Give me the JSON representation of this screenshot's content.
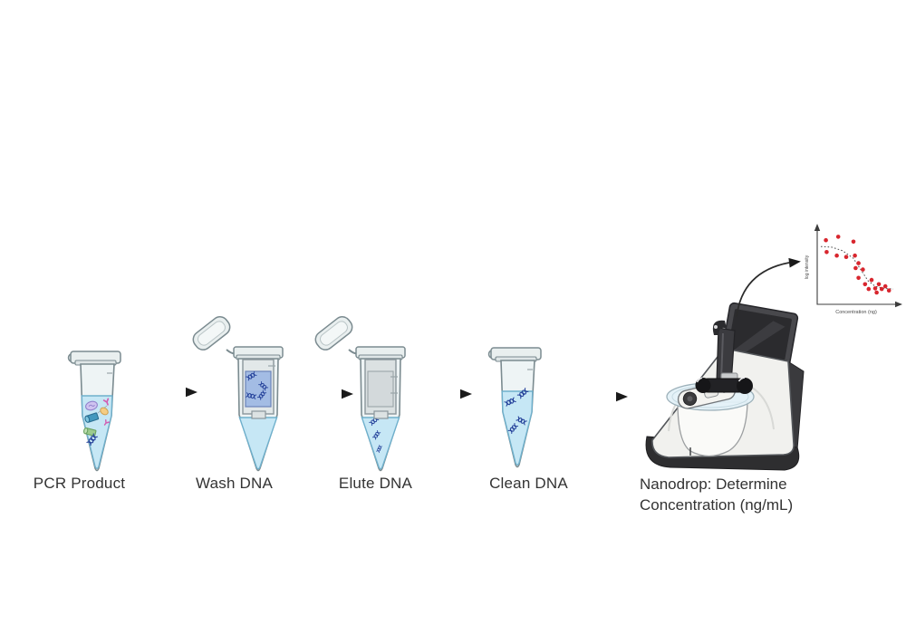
{
  "workflow": {
    "steps": [
      {
        "label": "PCR Product",
        "icon": "microcentrifuge-tube-closed-mixed-sample-icon"
      },
      {
        "label": "Wash DNA",
        "icon": "microcentrifuge-tube-open-spin-column-dna-icon"
      },
      {
        "label": "Elute DNA",
        "icon": "microcentrifuge-tube-open-spin-column-elution-icon"
      },
      {
        "label": "Clean DNA",
        "icon": "microcentrifuge-tube-closed-dna-icon"
      },
      {
        "label": "Nanodrop: Determine\nConcentration (ng/mL)",
        "icon": "nanodrop-spectrophotometer-icon"
      }
    ],
    "connector_icon": "arrow-right-icon",
    "connector_count": 4,
    "output_connector_icon": "curved-arrow-icon"
  },
  "chart_data": {
    "type": "scatter",
    "title": "",
    "xlabel": "Concentration (ng)",
    "ylabel": "log intensity",
    "xlim": [
      0,
      10
    ],
    "ylim": [
      0,
      10
    ],
    "grid": false,
    "legend": null,
    "marker_color": "#d8262e",
    "trend_style": "dotted",
    "trend": [
      [
        0,
        7.9
      ],
      [
        1.5,
        7.8
      ],
      [
        3,
        7.3
      ],
      [
        4.5,
        6.2
      ],
      [
        5.5,
        4.6
      ],
      [
        6.5,
        3.0
      ],
      [
        7.5,
        2.2
      ],
      [
        8.7,
        1.9
      ],
      [
        10,
        1.8
      ]
    ],
    "points": [
      [
        0.7,
        8.8
      ],
      [
        2.4,
        9.3
      ],
      [
        4.5,
        8.6
      ],
      [
        0.8,
        7.1
      ],
      [
        2.2,
        6.6
      ],
      [
        3.5,
        6.4
      ],
      [
        4.7,
        6.6
      ],
      [
        5.2,
        5.5
      ],
      [
        4.8,
        4.8
      ],
      [
        5.8,
        4.6
      ],
      [
        5.2,
        3.4
      ],
      [
        6.1,
        2.5
      ],
      [
        7.0,
        3.1
      ],
      [
        6.6,
        1.8
      ],
      [
        7.5,
        1.9
      ],
      [
        8.0,
        2.5
      ],
      [
        8.4,
        1.8
      ],
      [
        8.9,
        2.2
      ],
      [
        7.7,
        1.3
      ],
      [
        9.4,
        1.6
      ]
    ]
  },
  "colors": {
    "liquid_blue": "#c6e7f5",
    "liquid_stroke": "#6fb0cc",
    "dna_navy": "#26439b",
    "tube_glass": "#eef4f5",
    "tube_outline": "#7b8b90",
    "lid_gray": "#e9efef",
    "column_window_blue": "#a3bce4",
    "marker_red": "#d8262e",
    "arrow_black": "#1a1a1a",
    "label_text": "#333333"
  }
}
